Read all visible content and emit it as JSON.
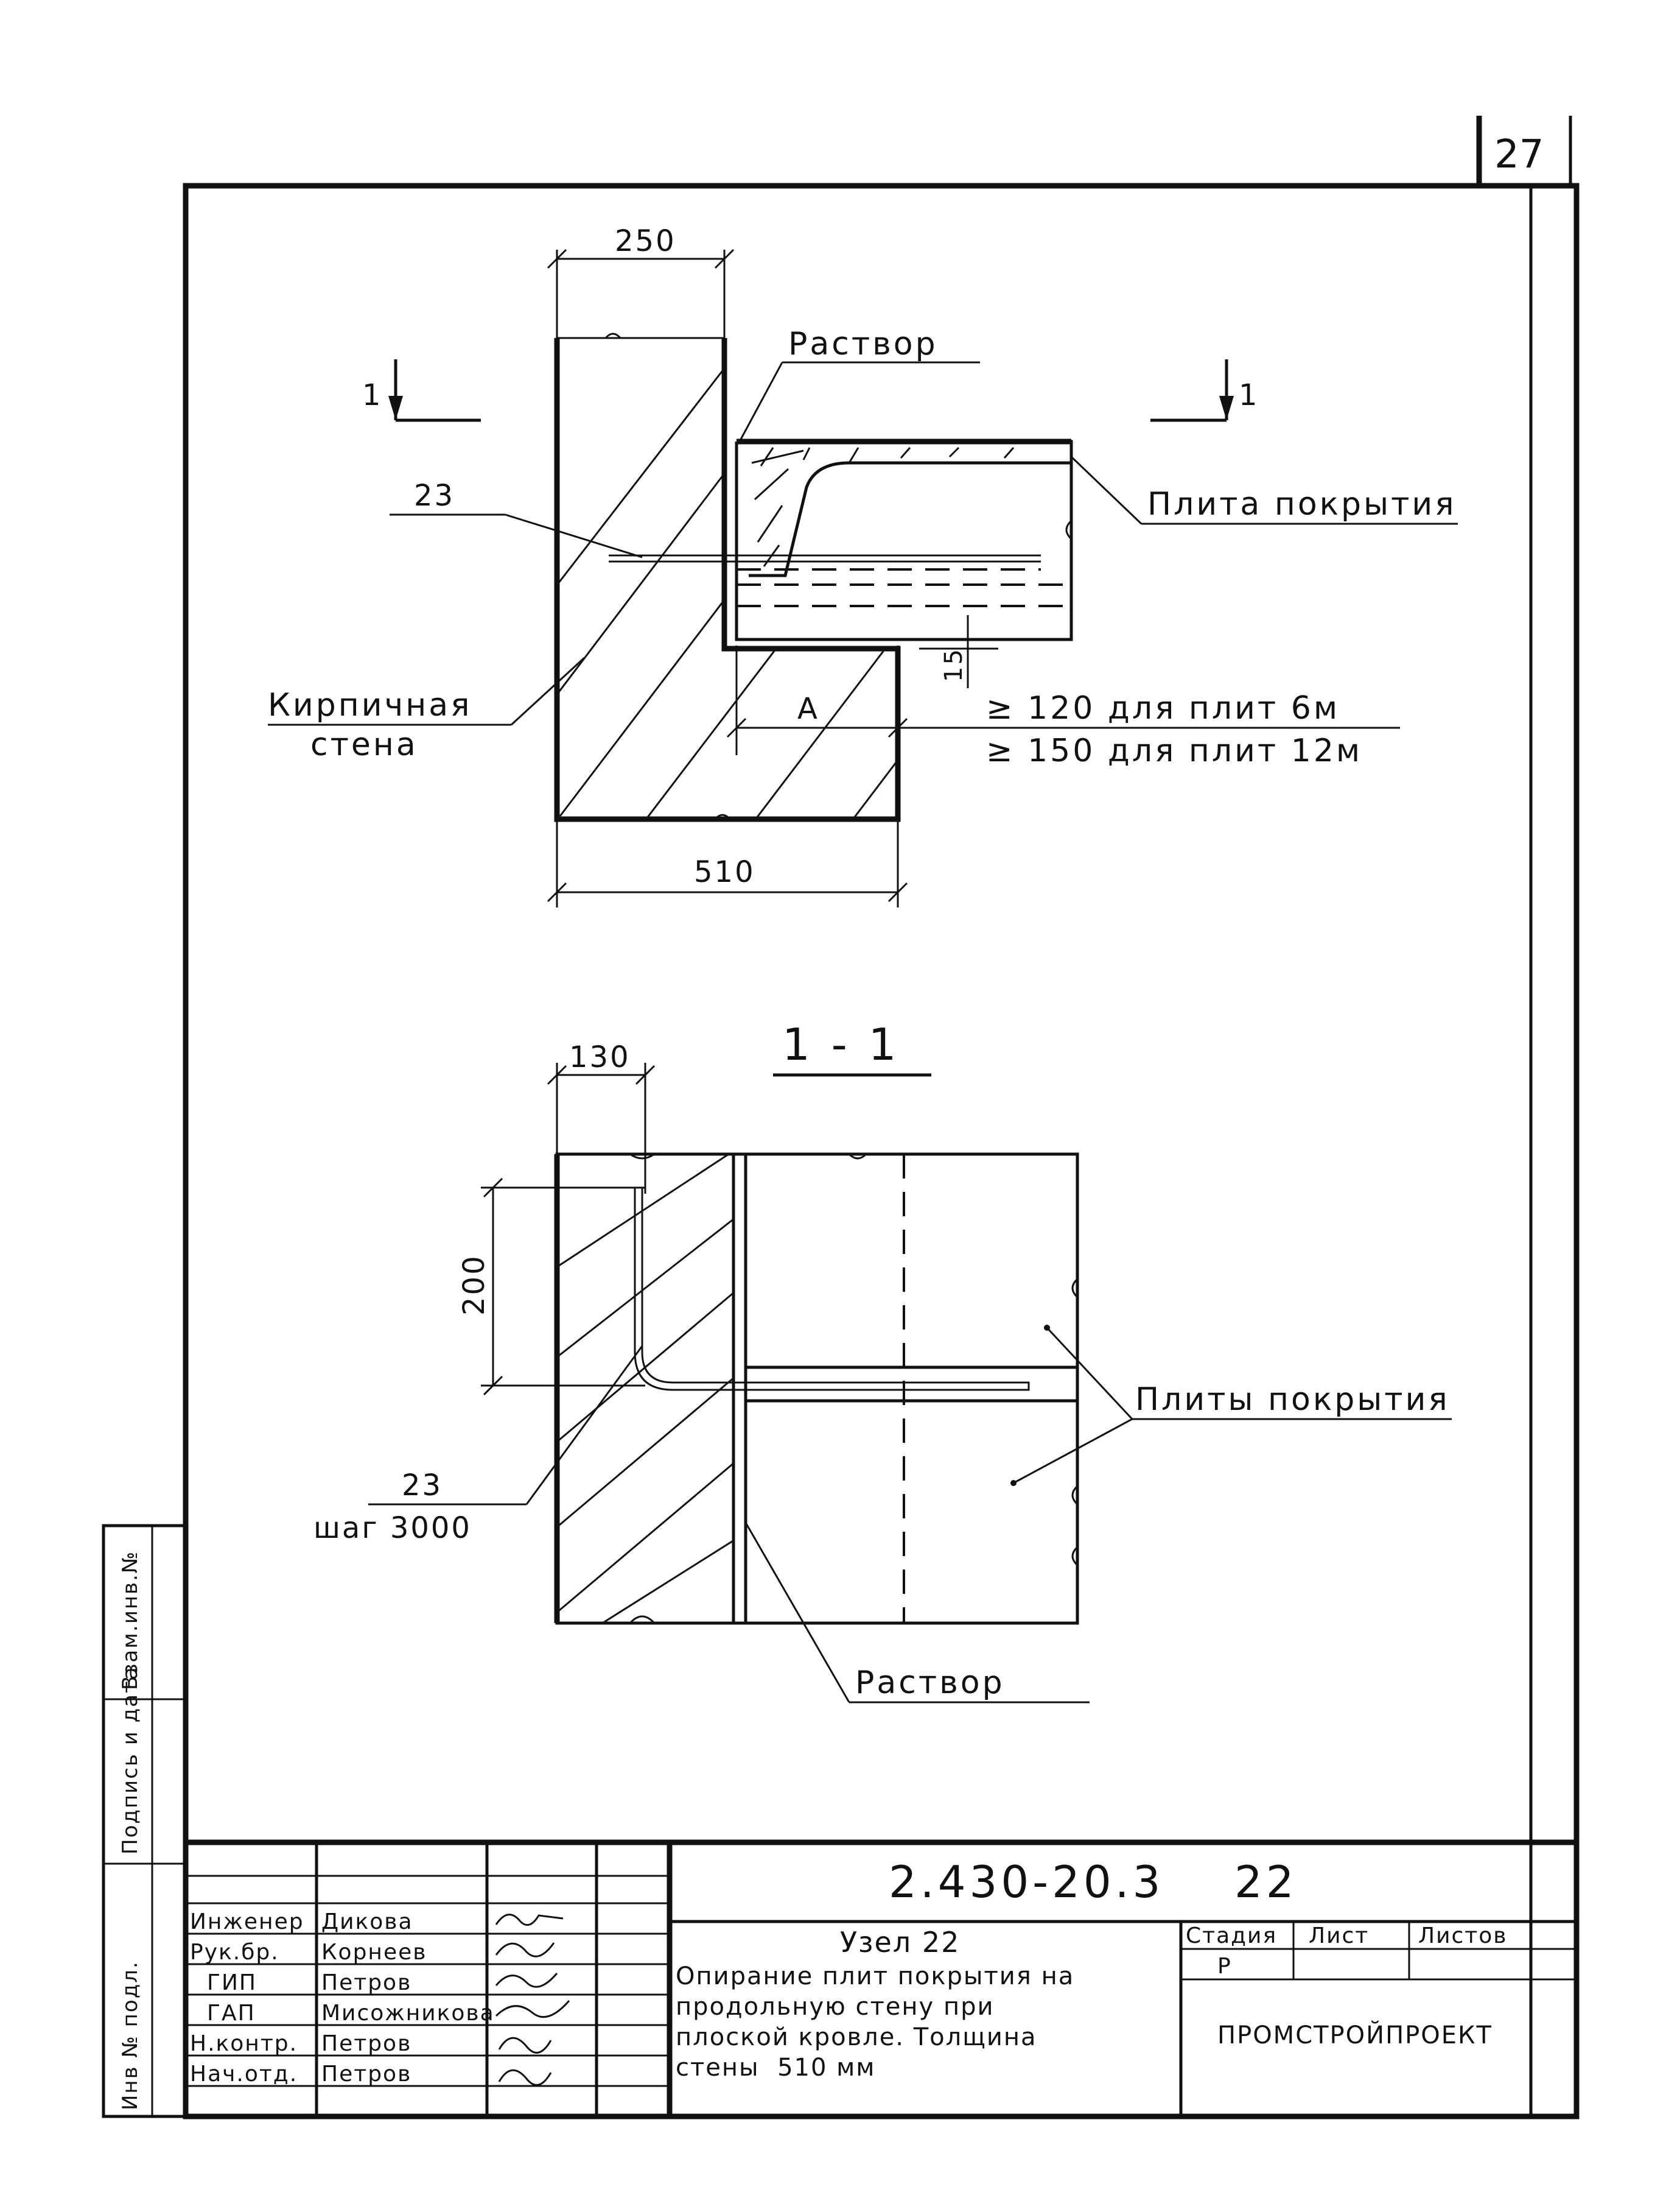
{
  "sheet_number": "27",
  "plan": {
    "dim_top": "250",
    "dim_bottom": "510",
    "cut_mark_left": "1",
    "cut_mark_right": "1",
    "label_mortar": "Раствор",
    "label_slab": "Плита покрытия",
    "label_brick_wall_1": "Кирпичная",
    "label_brick_wall_2": "стена",
    "marker_anchor": "23",
    "dim_gap": "15",
    "dim_bearing": "А",
    "bearing_note_1": "≥  120 для плит 6м",
    "bearing_note_2": "≥  150 для плит 12м"
  },
  "section": {
    "title": "1 - 1",
    "dim_top": "130",
    "dim_side": "200",
    "label_slabs": "Плиты покрытия",
    "label_mortar": "Раствор",
    "marker_anchor": "23",
    "marker_step": "шаг 3000"
  },
  "side_stamp": {
    "inv_orig": "Инв № подл.",
    "sign_date": "Подпись и дата",
    "inv_swap": "Взам.инв.№"
  },
  "title_block": {
    "doc_code": "2.430-20.3    22",
    "staff": [
      {
        "role": "Инженер",
        "name": "Дикова"
      },
      {
        "role": "Рук.бр.",
        "name": "Корнеев"
      },
      {
        "role": "ГИП",
        "name": "Петров"
      },
      {
        "role": "ГАП",
        "name": "Мисожникова"
      },
      {
        "role": "Н.контр.",
        "name": "Петров"
      },
      {
        "role": "Нач.отд.",
        "name": "Петров"
      }
    ],
    "title_line_1": "Узел 22",
    "title_line_2": "Опирание плит покрытия на",
    "title_line_3": "продольную стену при",
    "title_line_4": "плоской кровле. Толщина",
    "title_line_5": "стены  510 мм",
    "stage_header": "Стадия",
    "sheet_header": "Лист",
    "sheets_header": "Листов",
    "stage_value": "Р",
    "organization": "ПРОМСТРОЙПРОЕКТ"
  }
}
